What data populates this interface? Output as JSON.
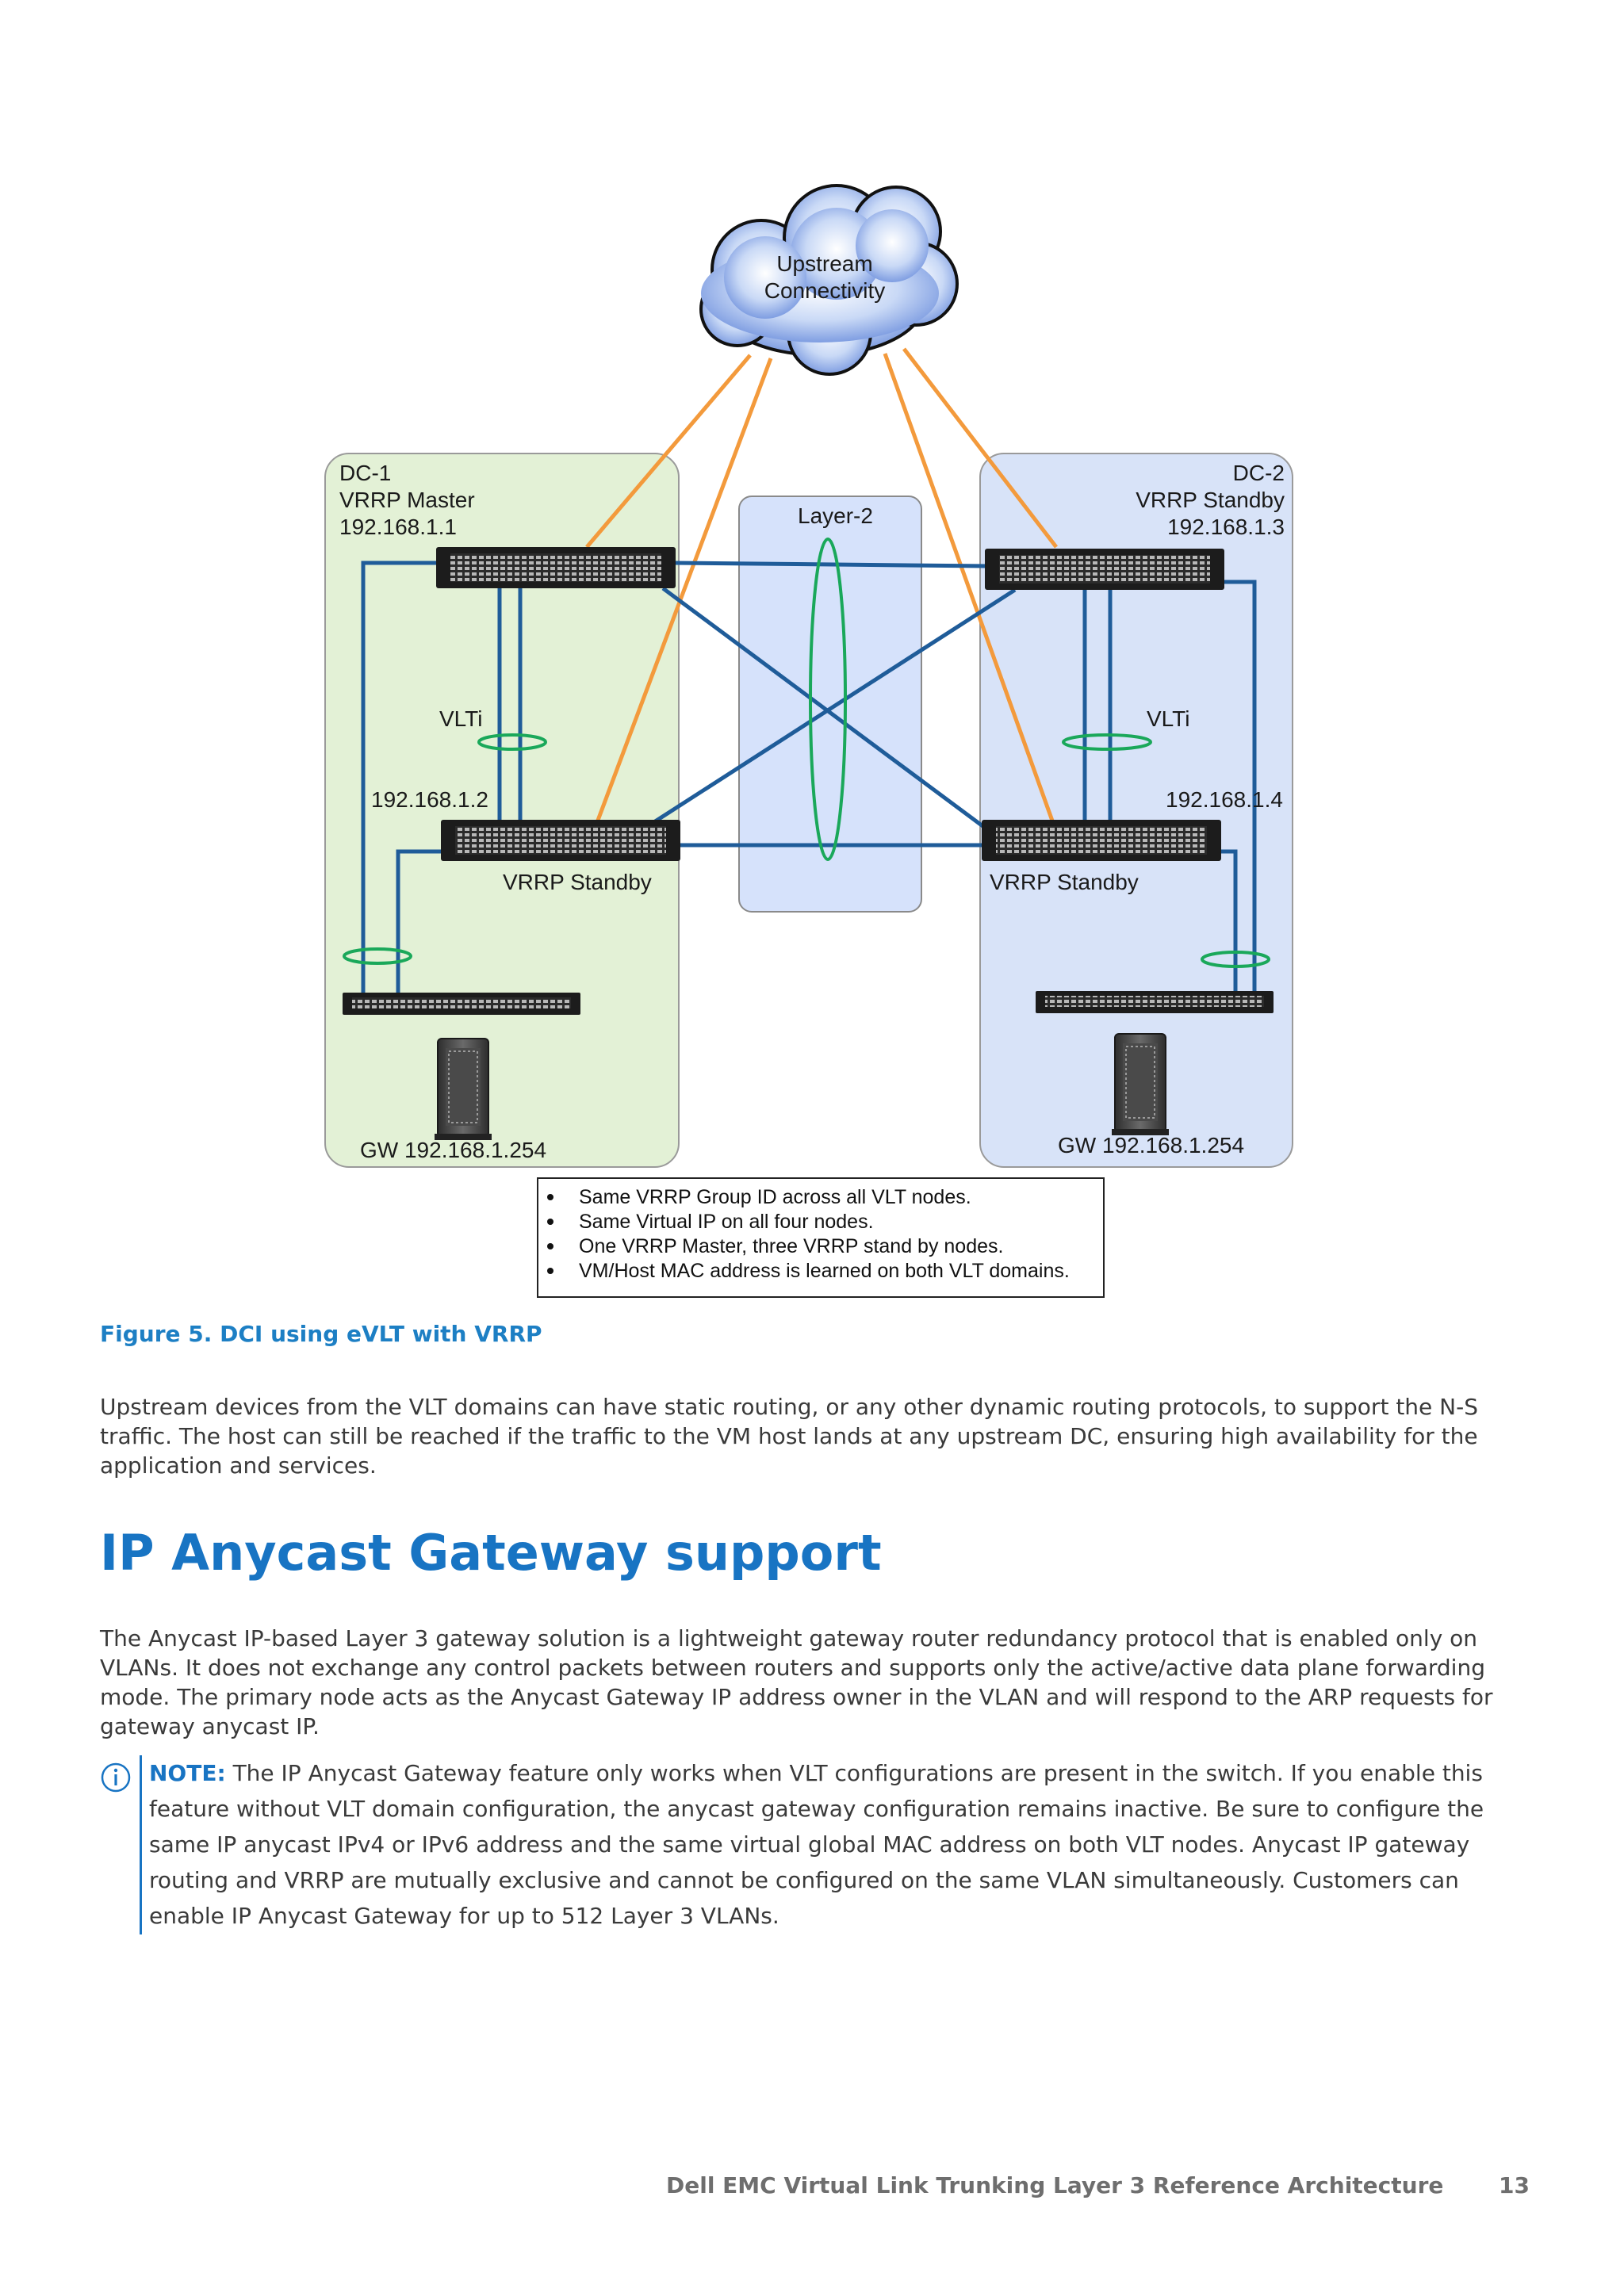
{
  "figure": {
    "cloud": {
      "line1": "Upstream",
      "line2": "Connectivity"
    },
    "dc1": {
      "name": "DC-1",
      "role": "VRRP Master",
      "ip": "192.168.1.1",
      "vlti": "VLTi",
      "standby_ip": "192.168.1.2",
      "standby_role": "VRRP  Standby",
      "gw": "GW 192.168.1.254"
    },
    "layer2": "Layer-2",
    "dc2": {
      "name": "DC-2",
      "role": "VRRP Standby",
      "ip": "192.168.1.3",
      "vlti": "VLTi",
      "standby_ip": "192.168.1.4",
      "standby_role": "VRRP Standby",
      "gw": "GW 192.168.1.254"
    },
    "notes": [
      "Same VRRP Group ID across all VLT nodes.",
      "Same Virtual IP on all four nodes.",
      "One VRRP Master, three VRRP stand by nodes.",
      "VM/Host MAC address is learned on both VLT domains."
    ],
    "colors": {
      "dc1_fill": "#e3f1d6",
      "dc2_fill": "#d8e3f8",
      "link_blue": "#1f5c99",
      "uplink_orange": "#f39a3c",
      "lag_green": "#1aa85a"
    }
  },
  "caption": "Figure 5. DCI using eVLT with VRRP",
  "paragraph1": "Upstream devices from the VLT domains can have static routing, or any other dynamic routing protocols, to support the N-S traffic. The host can still be reached if the traffic to the VM host lands at any upstream DC, ensuring high availability for the application and services.",
  "heading": "IP Anycast Gateway support",
  "paragraph2": "The Anycast IP-based Layer 3 gateway solution is a lightweight gateway router redundancy protocol that is enabled only on VLANs. It does not exchange any control packets between routers and supports only the active/active data plane forwarding mode. The primary node acts as the Anycast Gateway IP address owner in the VLAN and will respond to the ARP requests for gateway anycast IP.",
  "note": {
    "icon": "info-icon",
    "label": "NOTE:",
    "text": " The IP Anycast Gateway feature only works when VLT configurations are present in the switch. If you enable this feature without VLT domain configuration, the anycast gateway configuration remains inactive. Be sure to configure the same IP anycast IPv4 or IPv6 address and the same virtual global MAC address on both VLT nodes. Anycast IP gateway routing and VRRP are mutually exclusive and cannot be configured on the same VLAN simultaneously. Customers can enable IP Anycast Gateway for up to 512 Layer 3 VLANs."
  },
  "footer": {
    "title": "Dell EMC Virtual Link Trunking Layer 3 Reference Architecture",
    "page": "13"
  }
}
